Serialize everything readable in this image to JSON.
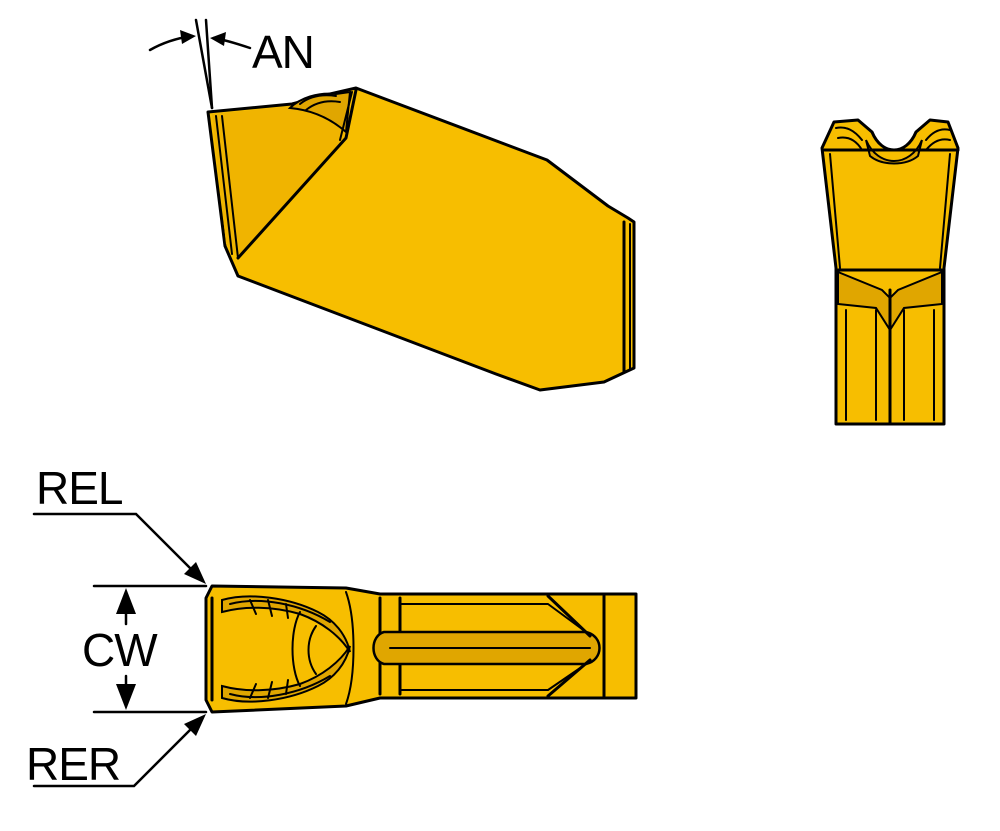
{
  "labels": {
    "an": "AN",
    "rel": "REL",
    "cw": "CW",
    "rer": "RER"
  },
  "colors": {
    "insert_fill": "#f7be00",
    "insert_shade": "#e0a600",
    "insert_dark": "#c48f00",
    "outline": "#000000"
  }
}
